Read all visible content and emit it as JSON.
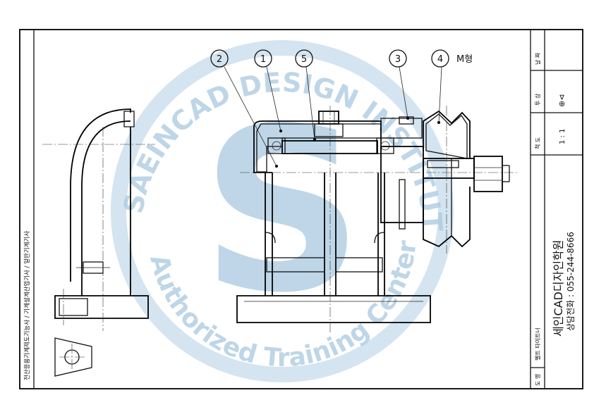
{
  "side_label": "전산응용기계제도기능사 / 기계설계산업기사 / 일반기계기사",
  "balloons": [
    "2",
    "1",
    "5",
    "3",
    "4"
  ],
  "pulley_type": "M형",
  "title_block": {
    "date_header": "날 짜",
    "projection_header": "투 상",
    "projection_symbol": "⊕⊲",
    "scale_header": "척 도",
    "scale_value": "1 : 1",
    "drawing_header": "도 명",
    "drawing_name": "벨트 타이트너",
    "company": "세인CAD디자인학원",
    "phone": "상담전화 : 055-244-8666"
  },
  "watermark": {
    "top_arc": "SAEINCAD DESIGN INSTITUTE",
    "bottom_arc": "Authorized Training Center",
    "letter": "S"
  }
}
